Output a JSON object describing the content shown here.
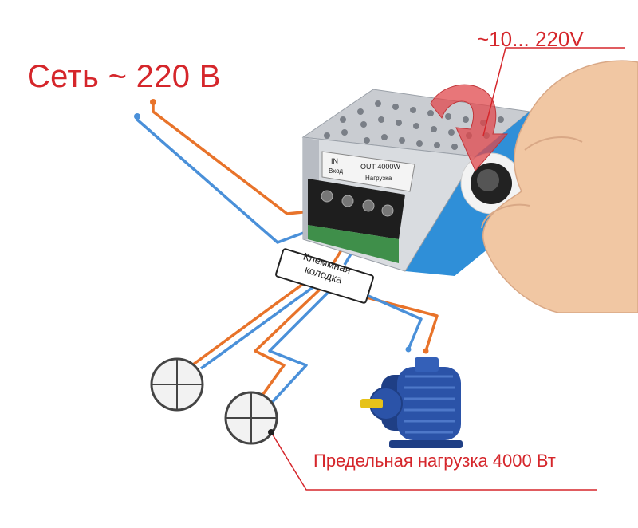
{
  "labels": {
    "mains_voltage": "Сеть ~ 220 В",
    "output_range": "~10... 220V",
    "max_load": "Предельная нагрузка 4000 Вт",
    "terminal_block": "Клеммная колодка"
  },
  "device": {
    "in_label": "IN",
    "in_sub": "Вход",
    "out_label": "OUT 4000W",
    "out_sub": "Нагрузка"
  },
  "colors": {
    "text_red": "#d5262b",
    "wire_orange": "#e8732a",
    "wire_blue": "#4a90d9",
    "device_blue": "#2f8fd8",
    "arrow_red": "#e0484c",
    "motor_blue": "#2b53a8",
    "shaft_yellow": "#e6c21a"
  }
}
